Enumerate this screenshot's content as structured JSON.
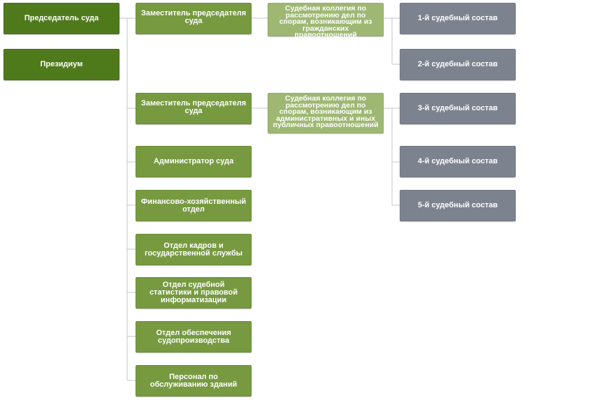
{
  "leadership": {
    "chairman": "Председатель суда",
    "presidium": "Президиум"
  },
  "deputies": [
    "Заместитель председателя суда",
    "Заместитель председателя суда"
  ],
  "departments": [
    "Администратор суда",
    "Финансово-хозяйственный отдел",
    "Отдел кадров и государственной службы",
    "Отдел судебной статистики и правовой информатизации",
    "Отдел обеспечения судопроизводства",
    "Персонал по обслуживанию зданий"
  ],
  "collegia": [
    "Судебная коллегия по рассмотрению дел по спорам, возникающим из гражданских правоотношений",
    "Судебная коллегия по рассмотрению дел по спорам, возникающим из административных и иных публичных правоотношений"
  ],
  "panels": [
    "1-й судебный состав",
    "2-й судебный состав",
    "3-й судебный состав",
    "4-й судебный состав",
    "5-й судебный состав"
  ],
  "colors": {
    "leadership": "#4f7a1c",
    "units": "#779a41",
    "collegia": "#9eb873",
    "panels": "#7d838e",
    "connectors": "#c3c6cb"
  }
}
